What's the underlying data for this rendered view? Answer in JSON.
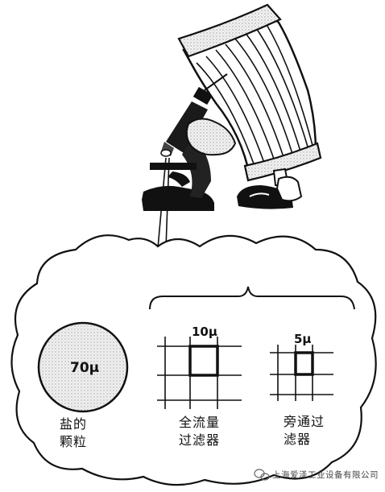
{
  "labels": {
    "salt_size": "70μ",
    "salt_text": "盐的\n颗粒",
    "full_flow_size": "10μ",
    "full_flow_text": "全流量\n过滤器",
    "bypass_size": "5μ",
    "bypass_text": "旁通过\n滤器"
  },
  "watermark": {
    "icon": "wechat-icon",
    "text": "上海爱泽工业设备有限公司"
  },
  "colors": {
    "ink": "#111111",
    "stipple": "#e6e6e6",
    "background": "#ffffff"
  }
}
